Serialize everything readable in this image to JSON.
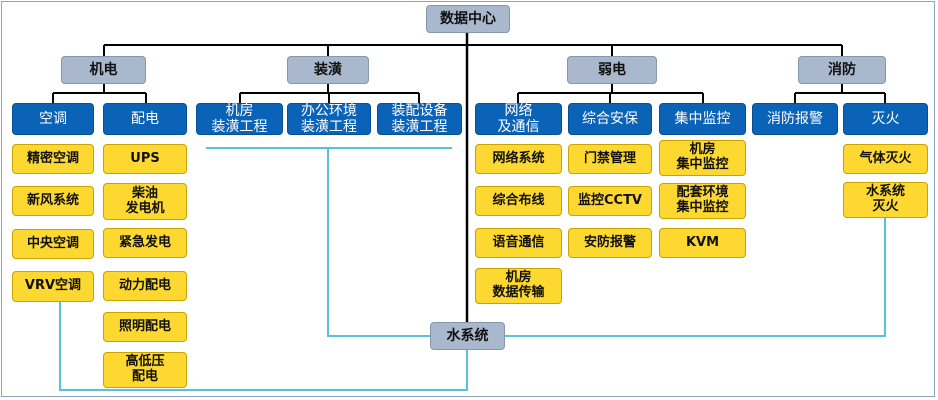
{
  "root": "数据中心",
  "categories": {
    "jidian": "机电",
    "zhuangman": "装潢",
    "ruodian": "弱电",
    "xiaofang": "消防",
    "shuixitong": "水系统"
  },
  "subsystems": {
    "kongtiao": "空调",
    "peidian": "配电",
    "jifang_zhuangman": "机房\n装潢工程",
    "bangong_zhuangman": "办公环境\n装潢工程",
    "shebei_zhuangman": "装配设备\n装潢工程",
    "wangluo_tongxin": "网络\n及通信",
    "zonghe_anbao": "综合安保",
    "jizhong_jiankong": "集中监控",
    "xiaofang_baojing": "消防报警",
    "miehuo": "灭火"
  },
  "items": {
    "kongtiao": [
      "精密空调",
      "新风系统",
      "中央空调",
      "VRV空调"
    ],
    "peidian": [
      "UPS",
      "柴油\n发电机",
      "紧急发电",
      "动力配电",
      "照明配电",
      "高低压\n配电"
    ],
    "wangluo_tongxin": [
      "网络系统",
      "综合布线",
      "语音通信",
      "机房\n数据传输"
    ],
    "zonghe_anbao": [
      "门禁管理",
      "监控CCTV",
      "安防报警"
    ],
    "jizhong_jiankong": [
      "机房\n集中监控",
      "配套环境\n集中监控",
      "KVM"
    ],
    "miehuo": [
      "气体灭火",
      "水系统\n灭火"
    ]
  },
  "colors": {
    "gray_box": "#a9b8cc",
    "blue_box": "#0b63b8",
    "yellow_box": "#fdd830",
    "black_line": "#000000",
    "water_line": "#5bc0d8"
  }
}
